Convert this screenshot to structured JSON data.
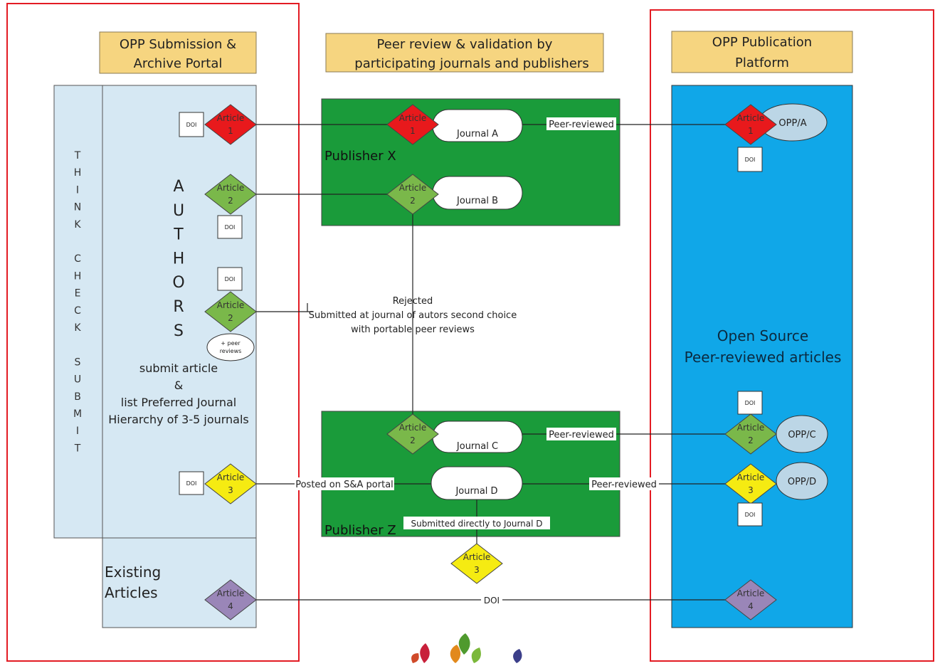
{
  "headers": {
    "left": [
      "OPP Submission &",
      "Archive Portal"
    ],
    "middle": [
      "Peer review & validation by",
      "participating journals and publishers"
    ],
    "right": [
      "OPP Publication",
      "Platform"
    ]
  },
  "think_check_submit": [
    "T",
    "H",
    "I",
    "N",
    "K",
    "",
    "C",
    "H",
    "E",
    "C",
    "K",
    "",
    "S",
    "U",
    "B",
    "M",
    "I",
    "T"
  ],
  "authors_letters": [
    "A",
    "U",
    "T",
    "H",
    "O",
    "R",
    "S"
  ],
  "authors_instructions": [
    "submit article",
    "&",
    "list Preferred Journal",
    "Hierarchy of 3-5 journals"
  ],
  "existing_articles": [
    "Existing",
    "Articles"
  ],
  "publishers": {
    "x": "Publisher X",
    "z": "Publisher Z"
  },
  "journals": {
    "a": "Journal A",
    "b": "Journal B",
    "c": "Journal C",
    "d": "Journal D"
  },
  "opp_nodes": {
    "a": "OPP/A",
    "c": "OPP/C",
    "d": "OPP/D"
  },
  "open_source": [
    "Open Source",
    "Peer-reviewed articles"
  ],
  "article_word": "Article",
  "article_numbers": {
    "one": "1",
    "two": "2",
    "three": "3",
    "four": "4"
  },
  "doi": "DOI",
  "peer_reviews_bubble": [
    "+ peer",
    "reviews"
  ],
  "flow_labels": {
    "peer_reviewed": "Peer-reviewed",
    "rejected": "Rejected",
    "resubmitted_1": "Submitted at journal of autors second choice",
    "resubmitted_2": "with portable peer reviews",
    "posted": "Posted on S&A portal",
    "submitted_direct": "Submitted directly to Journal D",
    "doi_link": "DOI"
  },
  "colors": {
    "portal_fill": "#d6e8f3",
    "publisher_fill": "#1a9b3a",
    "platform_fill": "#10a7e8",
    "header_fill": "#f6d580",
    "frame_red": "#e31b23",
    "article_red": "#e8191c",
    "article_green": "#7ab84a",
    "article_yellow": "#f5eb12",
    "article_purple": "#9a86b8",
    "opp_node_fill": "#bcd6e6"
  }
}
